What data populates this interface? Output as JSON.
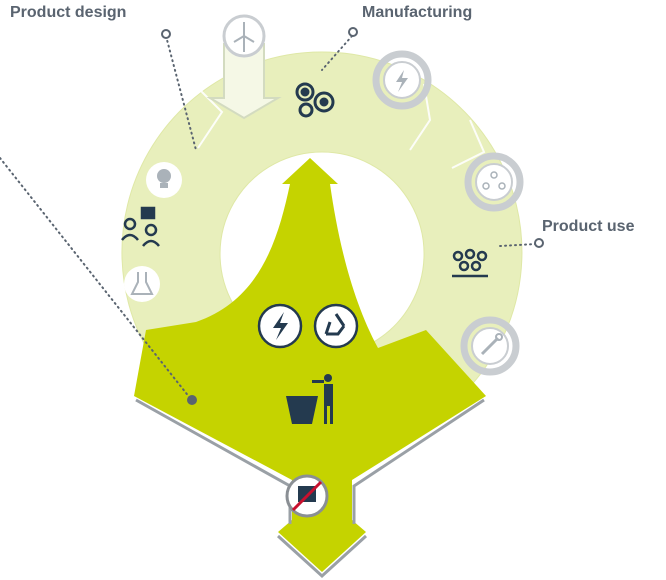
{
  "labels": {
    "product_design": "Product design",
    "manufacturing": "Manufacturing",
    "product_use": "Product use"
  },
  "colors": {
    "pale_ring": "#e8efbc",
    "pale_ring_edge": "#dfe8a6",
    "arrow_green": "#c5d300",
    "arrow_green_dark": "#a9b600",
    "navy_icon": "#243a4f",
    "grey_icon": "#aab2b9",
    "cycle_grey": "#c9cdd1",
    "outline_grey": "#8a8f94",
    "no_symbol_red": "#c8102e",
    "label_text": "#5a6470"
  },
  "icons": [
    "wind-turbine-icon",
    "gears-icon",
    "energy-cycle-icon",
    "team-cycle-icon",
    "group-icon",
    "maintenance-cycle-icon",
    "lightbulb-icon",
    "discussion-icon",
    "flask-icon",
    "energy-icon",
    "recycle-icon",
    "disposal-bin-icon",
    "no-landfill-icon"
  ]
}
